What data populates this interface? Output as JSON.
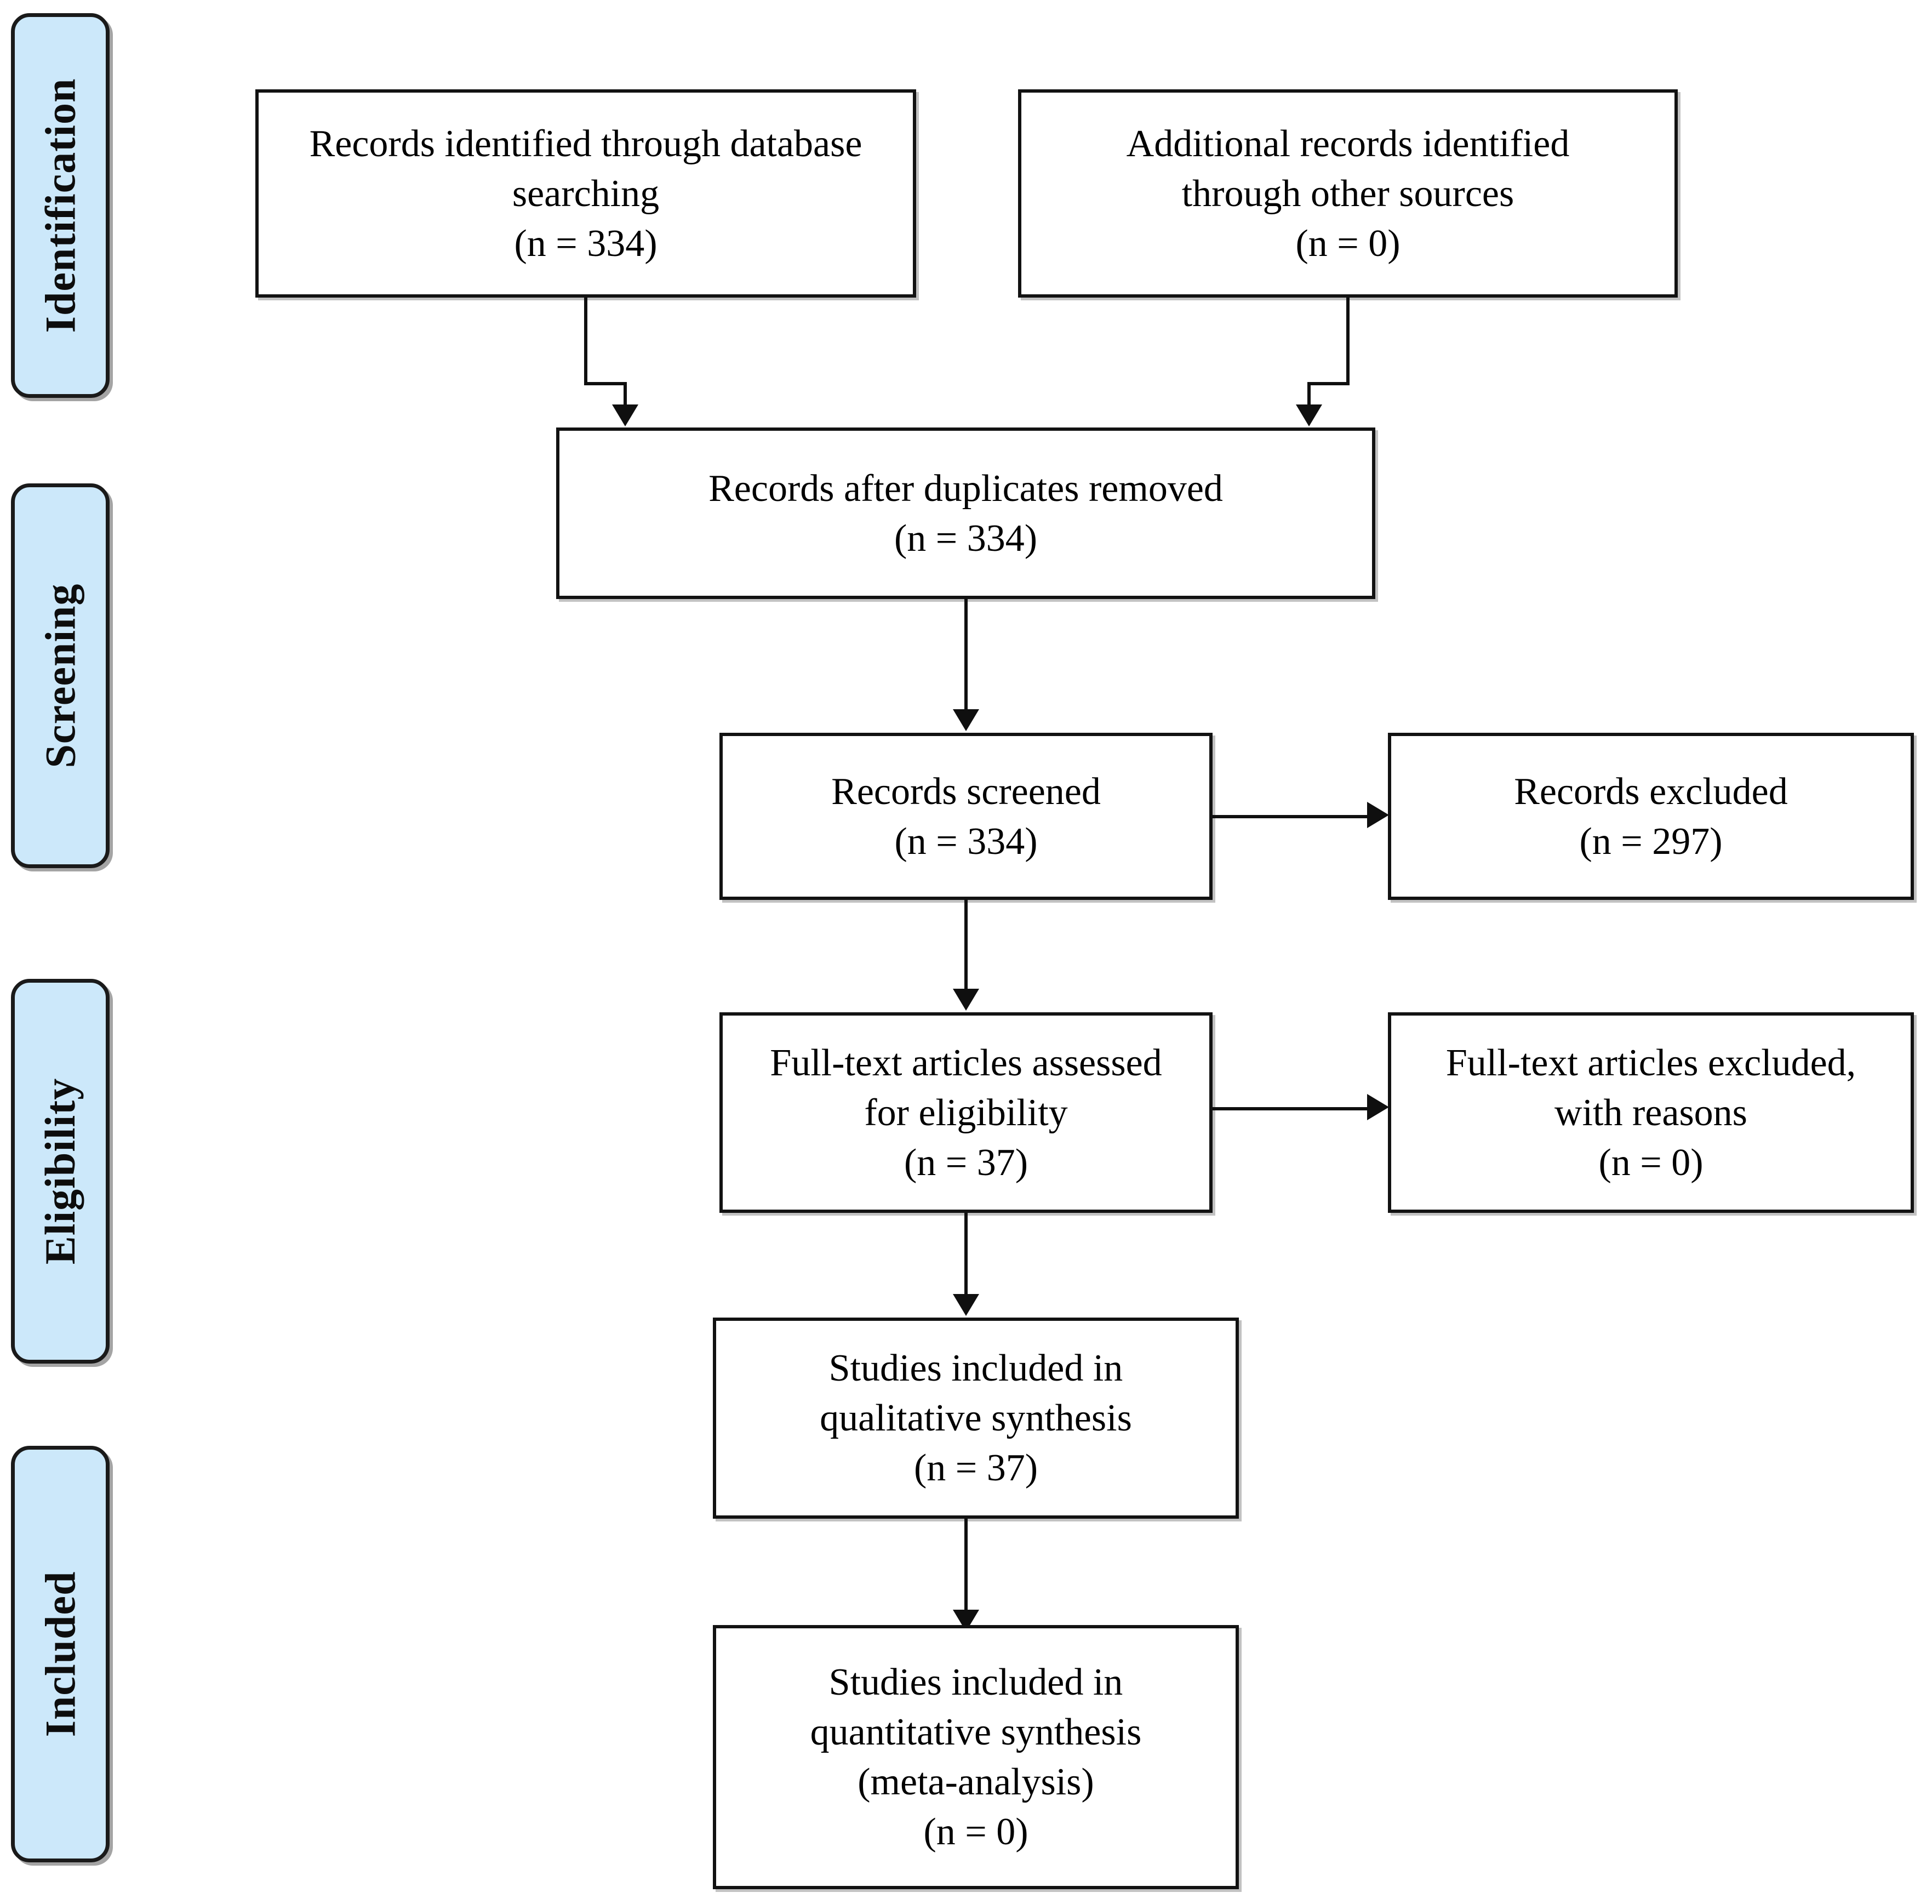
{
  "diagram": {
    "type": "prisma-flow-diagram",
    "stages": [
      {
        "id": "identification",
        "label": "Identification"
      },
      {
        "id": "screening",
        "label": "Screening"
      },
      {
        "id": "eligibility",
        "label": "Eligibility"
      },
      {
        "id": "included",
        "label": "Included"
      }
    ],
    "boxes": [
      {
        "id": "records-database",
        "text": "Records identified through database\nsearching\n(n = 334)",
        "n": 334
      },
      {
        "id": "records-other-sources",
        "text": "Additional records identified\nthrough other sources\n(n = 0)",
        "n": 0
      },
      {
        "id": "records-after-duplicates",
        "text": "Records after duplicates removed\n(n = 334)",
        "n": 334
      },
      {
        "id": "records-screened",
        "text": "Records screened\n(n = 334)",
        "n": 334
      },
      {
        "id": "records-excluded",
        "text": "Records excluded\n(n = 297)",
        "n": 297
      },
      {
        "id": "fulltext-assessed",
        "text": "Full-text articles assessed\nfor eligibility\n(n = 37)",
        "n": 37
      },
      {
        "id": "fulltext-excluded",
        "text": "Full-text articles excluded,\nwith reasons\n(n = 0)",
        "n": 0
      },
      {
        "id": "qualitative-synthesis",
        "text": "Studies included in\nqualitative synthesis\n(n = 37)",
        "n": 37
      },
      {
        "id": "quantitative-synthesis",
        "text": "Studies included in\nquantitative synthesis\n(meta-analysis)\n(n = 0)",
        "n": 0
      }
    ],
    "colors": {
      "stage_fill": "#cce8fa",
      "stage_border": "#1a1a1a",
      "box_border": "#121212",
      "box_fill": "#ffffff",
      "connector": "#0f0f0f",
      "text": "#000000"
    }
  }
}
